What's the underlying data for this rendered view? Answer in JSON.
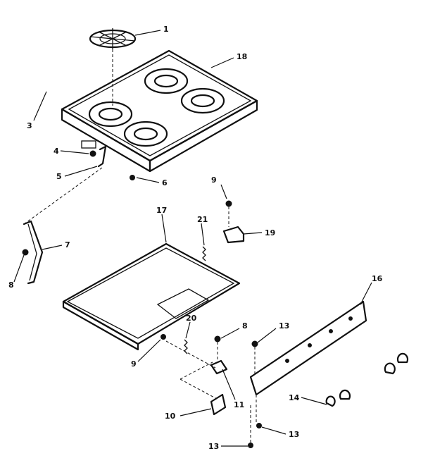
{
  "diagram": {
    "callouts": [
      {
        "id": "c1",
        "label": "1"
      },
      {
        "id": "c18",
        "label": "18"
      },
      {
        "id": "c3",
        "label": "3"
      },
      {
        "id": "c4",
        "label": "4"
      },
      {
        "id": "c5",
        "label": "5"
      },
      {
        "id": "c6",
        "label": "6"
      },
      {
        "id": "c9a",
        "label": "9"
      },
      {
        "id": "c21",
        "label": "21"
      },
      {
        "id": "c19",
        "label": "19"
      },
      {
        "id": "c17",
        "label": "17"
      },
      {
        "id": "c7",
        "label": "7"
      },
      {
        "id": "c8a",
        "label": "8"
      },
      {
        "id": "c16",
        "label": "16"
      },
      {
        "id": "c20",
        "label": "20"
      },
      {
        "id": "c8b",
        "label": "8"
      },
      {
        "id": "c13a",
        "label": "13"
      },
      {
        "id": "c9b",
        "label": "9"
      },
      {
        "id": "c11",
        "label": "11"
      },
      {
        "id": "c14",
        "label": "14"
      },
      {
        "id": "c10",
        "label": "10"
      },
      {
        "id": "c13b",
        "label": "13"
      },
      {
        "id": "c13c",
        "label": "13"
      }
    ]
  }
}
